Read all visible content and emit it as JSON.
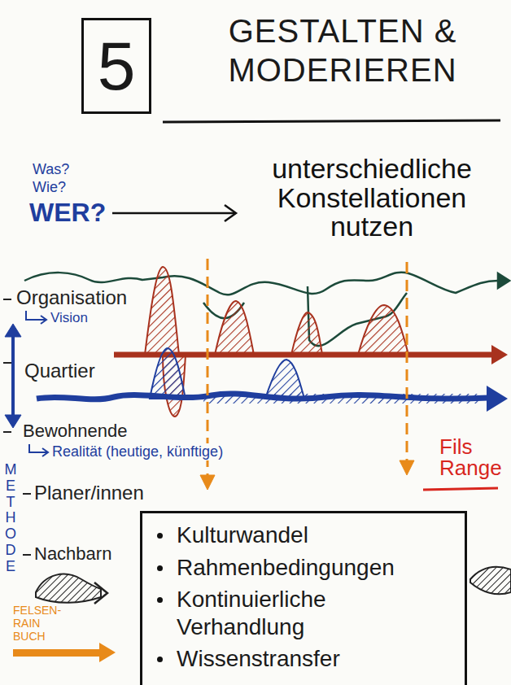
{
  "diagram": {
    "title": "GESTALTEN & MODERIEREN",
    "nodes": [
      {
        "text": [
          "5"
        ]
      },
      {
        "text": [
          "Kulturwandel",
          "Rahmenbedingungen",
          "Kontinuierliche Verhandlung",
          "Wissenstransfer"
        ]
      }
    ],
    "labels": [
      "Was?",
      "Wie?",
      "WER?",
      "unterschiedliche Konstellationen nutzen",
      "Organisation",
      "Vision",
      "Quartier",
      "Bewohnende",
      "Realität (heutige, künftige)",
      "METHODE",
      "Planer/innen",
      "Nachbarn",
      "FELSEN-RAIN BUCH",
      "Fils Range"
    ]
  }
}
